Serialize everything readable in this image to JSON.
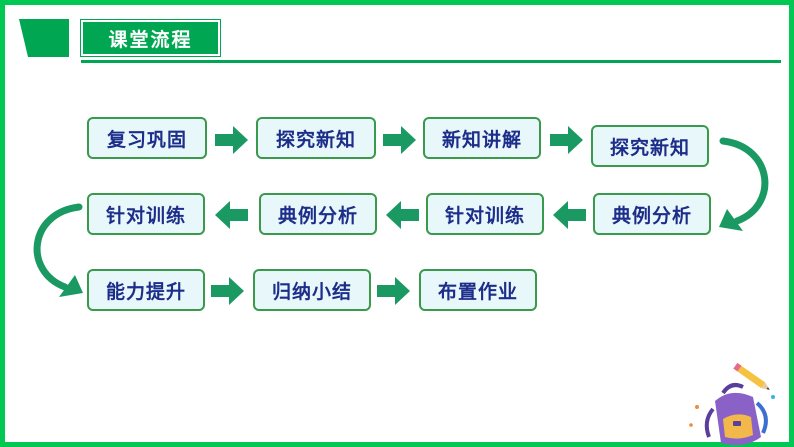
{
  "header": {
    "title": "课堂流程"
  },
  "flow": {
    "row1": [
      "复习巩固",
      "探究新知",
      "新知讲解",
      "探究新知"
    ],
    "row2": [
      "针对训练",
      "典例分析",
      "针对训练",
      "典例分析"
    ],
    "row3": [
      "能力提升",
      "归纳小结",
      "布置作业"
    ]
  },
  "colors": {
    "brand_green": "#00a651",
    "frame_green": "#00c853",
    "step_text": "#1d2d8a",
    "step_fill": "#e8f8fa",
    "arrow_green": "#1a9a62"
  },
  "decoration": {
    "icon": "backpack-with-pencil-icon"
  }
}
